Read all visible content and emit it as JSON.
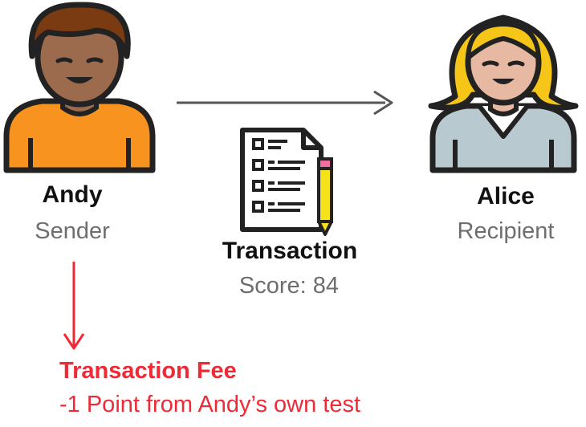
{
  "sender": {
    "name": "Andy",
    "role": "Sender",
    "shirt_color": "#f7931e",
    "hair_color": "#7a3a12",
    "skin_color": "#9c6b4e"
  },
  "recipient": {
    "name": "Alice",
    "role": "Recipient",
    "shirt_color": "#b9c9d0",
    "hair_color": "#f5c518",
    "skin_color": "#e8b9a2"
  },
  "transaction": {
    "title": "Transaction",
    "score_text": "Score: 84",
    "icon": "document-checklist-pencil-icon"
  },
  "fee": {
    "title": "Transaction Fee",
    "description": "-1 Point from Andy’s own test",
    "color": "#ee2a36"
  },
  "arrows": {
    "transfer_color": "#555555",
    "fee_color": "#ee2a36"
  }
}
